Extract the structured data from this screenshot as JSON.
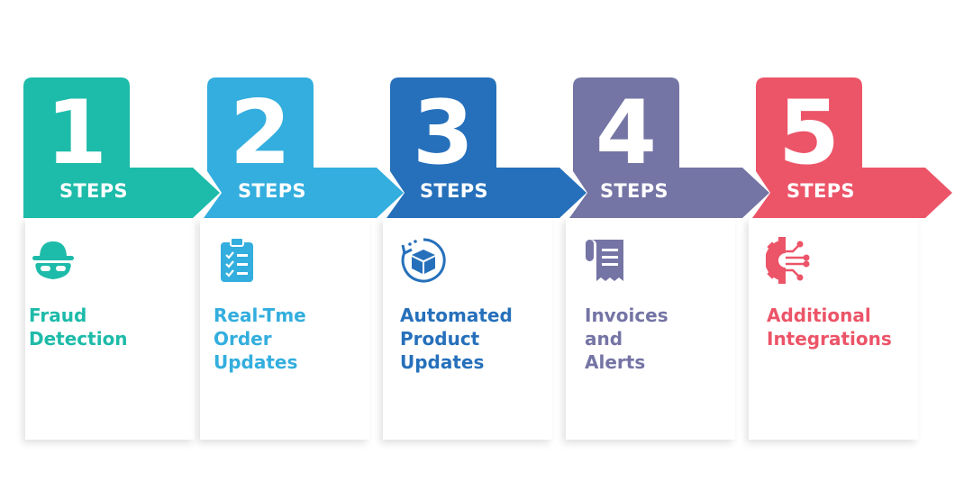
{
  "steps_label": "STEPS",
  "steps": [
    {
      "number": "1",
      "title_lines": [
        "Fraud",
        "Detection"
      ],
      "color": "#1DBBA9",
      "icon": "spy-icon"
    },
    {
      "number": "2",
      "title_lines": [
        "Real-Tme",
        "Order",
        "Updates"
      ],
      "color": "#33AEDE",
      "icon": "clipboard-checklist-icon"
    },
    {
      "number": "3",
      "title_lines": [
        "Automated",
        "Product",
        "Updates"
      ],
      "color": "#2670BB",
      "icon": "box-sync-icon"
    },
    {
      "number": "4",
      "title_lines": [
        "Invoices",
        "and",
        "Alerts"
      ],
      "color": "#7474A5",
      "icon": "receipt-icon"
    },
    {
      "number": "5",
      "title_lines": [
        "Additional",
        "Integrations"
      ],
      "color": "#EC5468",
      "icon": "gear-integration-icon"
    }
  ]
}
